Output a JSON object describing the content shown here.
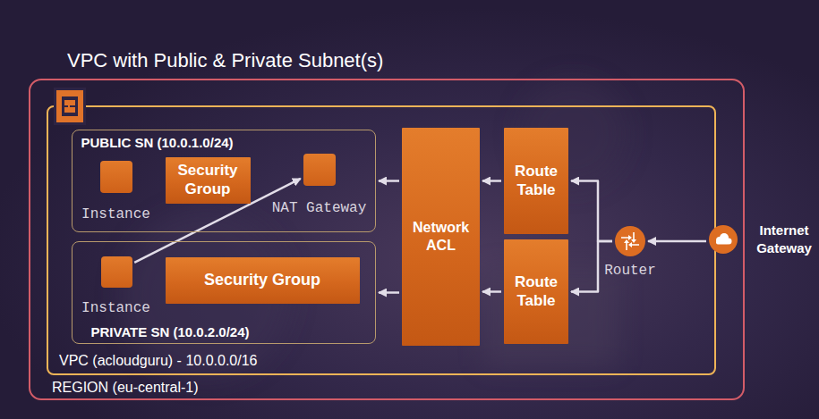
{
  "diagram": {
    "title": "VPC with Public & Private Subnet(s)",
    "nodes": [
      {
        "text": [
          "REGION (eu-central-1)"
        ]
      },
      {
        "text": [
          "VPC (acloudguru) - 10.0.0.0/16"
        ],
        "in": 0
      },
      {
        "text": [
          "PUBLIC SN (10.0.1.0/24)"
        ],
        "in": 1
      },
      {
        "text": [
          "Instance"
        ],
        "in": 2
      },
      {
        "text": [
          "Security Group"
        ],
        "in": 2
      },
      {
        "text": [
          "NAT Gateway"
        ],
        "in": 2
      },
      {
        "text": [
          "PRIVATE SN (10.0.2.0/24)"
        ],
        "in": 1
      },
      {
        "text": [
          "Instance"
        ],
        "in": 6
      },
      {
        "text": [
          "Security Group"
        ],
        "in": 6
      },
      {
        "text": [
          "Network ACL"
        ],
        "in": 1
      },
      {
        "text": [
          "Route Table"
        ],
        "in": 1
      },
      {
        "text": [
          "Route Table"
        ],
        "in": 1
      },
      {
        "text": [
          "Router"
        ],
        "in": 1
      },
      {
        "text": [
          "Internet Gateway"
        ],
        "in": 0
      }
    ],
    "edges": [
      {
        "from": 13,
        "to": 12,
        "arrow": "to"
      },
      {
        "from": 12,
        "to": 10,
        "arrow": "to"
      },
      {
        "from": 12,
        "to": 11,
        "arrow": "to"
      },
      {
        "from": 10,
        "to": 9,
        "arrow": "to"
      },
      {
        "from": 11,
        "to": 9,
        "arrow": "to"
      },
      {
        "from": 9,
        "to": 2,
        "arrow": "to"
      },
      {
        "from": 9,
        "to": 6,
        "arrow": "to"
      },
      {
        "from": 7,
        "to": 5,
        "arrow": "to"
      }
    ]
  }
}
